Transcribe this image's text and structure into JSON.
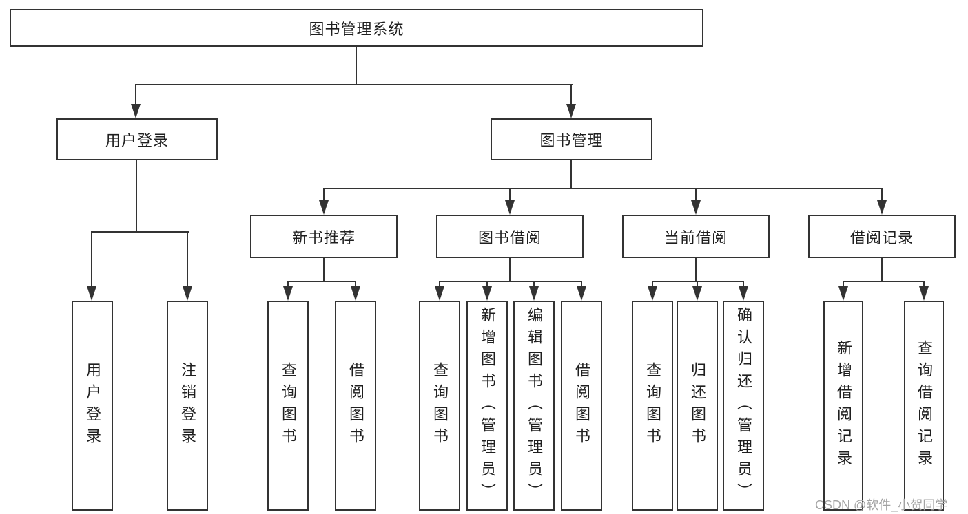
{
  "colors": {
    "line": "#333333",
    "text": "#1f1f1f",
    "background": "#ffffff",
    "watermark": "#a3a3a3"
  },
  "diagram": {
    "type": "tree",
    "root": {
      "label": "图书管理系统"
    },
    "children": [
      {
        "label": "用户登录",
        "children": [
          {
            "label": "用户登录"
          },
          {
            "label": "注销登录"
          }
        ]
      },
      {
        "label": "图书管理",
        "children": [
          {
            "label": "新书推荐",
            "children": [
              {
                "label": "查询图书"
              },
              {
                "label": "借阅图书"
              }
            ]
          },
          {
            "label": "图书借阅",
            "children": [
              {
                "label": "查询图书"
              },
              {
                "label": "新增图书（管理员）"
              },
              {
                "label": "编辑图书（管理员）"
              },
              {
                "label": "借阅图书"
              }
            ]
          },
          {
            "label": "当前借阅",
            "children": [
              {
                "label": "查询图书"
              },
              {
                "label": "归还图书"
              },
              {
                "label": "确认归还（管理员）"
              }
            ]
          },
          {
            "label": "借阅记录",
            "children": [
              {
                "label": "新增借阅记录"
              },
              {
                "label": "查询借阅记录"
              }
            ]
          }
        ]
      }
    ]
  },
  "watermark": {
    "text": "CSDN @软件_小贺同学"
  }
}
